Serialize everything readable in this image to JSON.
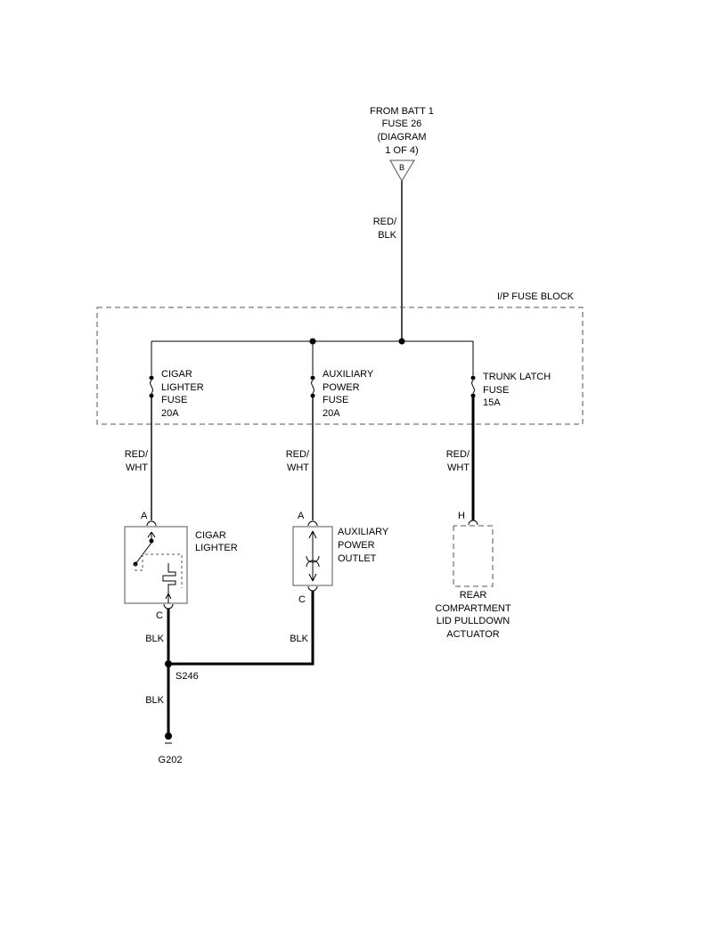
{
  "source": {
    "lines": [
      "FROM BATT 1",
      "FUSE 26",
      "(DIAGRAM",
      "1 OF 4)"
    ],
    "connector": "B"
  },
  "wires": {
    "feed": [
      "RED/",
      "BLK"
    ],
    "cigar": [
      "RED/",
      "WHT"
    ],
    "aux": [
      "RED/",
      "WHT"
    ],
    "trunk": [
      "RED/",
      "WHT"
    ],
    "cigar_ground": "BLK",
    "aux_ground": "BLK",
    "main_ground": "BLK"
  },
  "fuse_block": {
    "label": "I/P FUSE BLOCK"
  },
  "fuses": {
    "cigar": [
      "CIGAR",
      "LIGHTER",
      "FUSE",
      "20A"
    ],
    "aux": [
      "AUXILIARY",
      "POWER",
      "FUSE",
      "20A"
    ],
    "trunk": [
      "TRUNK LATCH",
      "FUSE",
      "15A"
    ]
  },
  "components": {
    "cigar_lighter": {
      "lines": [
        "CIGAR",
        "LIGHTER"
      ],
      "pin_top": "A",
      "pin_bottom": "C"
    },
    "aux_outlet": {
      "lines": [
        "AUXILIARY",
        "POWER",
        "OUTLET"
      ],
      "pin_top": "A",
      "pin_bottom": "C"
    },
    "rear_actuator": {
      "lines": [
        "REAR",
        "COMPARTMENT",
        "LID PULLDOWN",
        "ACTUATOR"
      ],
      "pin_top": "H"
    }
  },
  "splice": "S246",
  "ground": "G202"
}
